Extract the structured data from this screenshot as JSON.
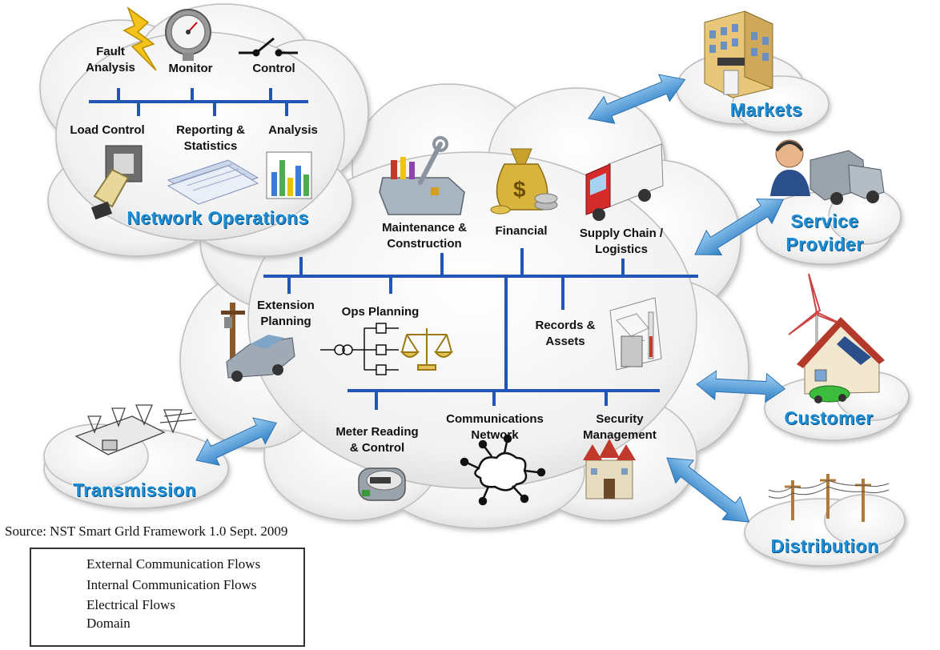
{
  "source_note": "Source: NST Smart Grld Framework 1.0 Sept. 2009",
  "colors": {
    "domain_title": "#1e8fd6",
    "internal_bus": "#2255b8",
    "external_arrow": "#5aa7e0",
    "electrical_flow": "#e6b800",
    "cloud_fill": "#f2f2f2"
  },
  "network_operations": {
    "title": "Network Operations",
    "top_items": [
      "Fault\nAnalysis",
      "Monitor",
      "Control"
    ],
    "bottom_items": [
      "Load Control",
      "Reporting &\nStatistics",
      "Analysis"
    ]
  },
  "center": {
    "top_items": [
      "Maintenance &\nConstruction",
      "Financial",
      "Supply Chain /\nLogistics"
    ],
    "mid_items": [
      "Extension\nPlanning",
      "Ops Planning",
      "Records &\nAssets"
    ],
    "bottom_items": [
      "Meter Reading\n& Control",
      "Communications\nNetwork",
      "Security\nManagement"
    ]
  },
  "domains": {
    "markets": "Markets",
    "service_provider": "Service\nProvider",
    "customer": "Customer",
    "distribution": "Distribution",
    "transmission": "Transmission"
  },
  "legend": {
    "items": [
      {
        "label": "External Communication Flows",
        "icon": "blue-arrow-icon"
      },
      {
        "label": "Internal Communication Flows",
        "icon": "blue-line-icon"
      },
      {
        "label": "Electrical Flows",
        "icon": "dashed-yellow-line-icon"
      },
      {
        "label": "Domain",
        "icon": "cloud-icon"
      }
    ]
  }
}
